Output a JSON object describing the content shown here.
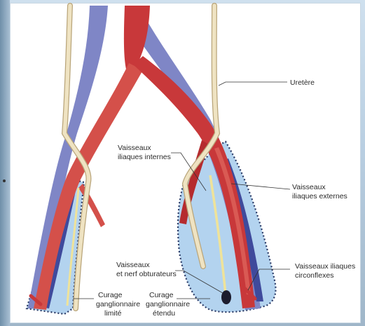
{
  "labels": {
    "uretere": "Uretère",
    "vx_int_1": "Vaisseaux",
    "vx_int_2": "iliaques internes",
    "vx_ext_1": "Vaisseaux",
    "vx_ext_2": "iliaques externes",
    "vx_obt_1": "Vaisseaux",
    "vx_obt_2": "et nerf obturateurs",
    "vx_circ_1": "Vaisseaux iliaques",
    "vx_circ_2": "circonflexes",
    "curage_lim_1": "Curage",
    "curage_lim_2": "ganglionnaire",
    "curage_lim_3": "limité",
    "curage_ext_1": "Curage",
    "curage_ext_2": "ganglionnaire",
    "curage_ext_3": "étendu"
  },
  "colors": {
    "artery": "#c8383a",
    "artery_light": "#e06a5f",
    "vein": "#7f86c6",
    "vein_dark": "#3f4a9c",
    "ureter": "#efe3c2",
    "ureter_edge": "#b9a57a",
    "field": "#b3d3ef",
    "dotted": "#2a3a66"
  }
}
